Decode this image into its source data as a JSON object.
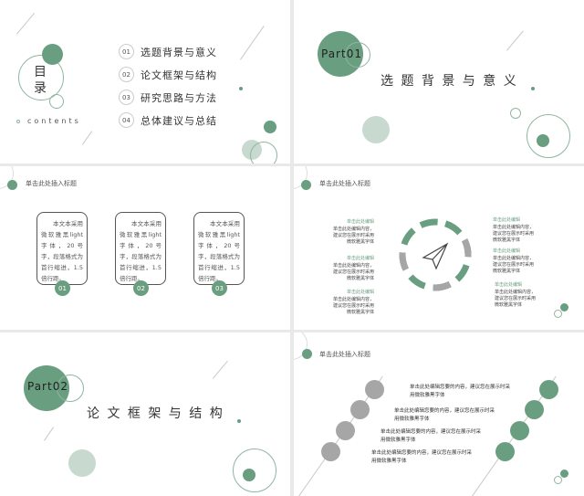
{
  "toc": {
    "title_1": "目",
    "title_2": "录",
    "subtitle": "contents",
    "items": [
      {
        "num": "01",
        "label": "选题背景与意义"
      },
      {
        "num": "02",
        "label": "论文框架与结构"
      },
      {
        "num": "03",
        "label": "研究思路与方法"
      },
      {
        "num": "04",
        "label": "总体建议与总结"
      }
    ]
  },
  "part1": {
    "part": "Part01",
    "title": "选 题 背 景 与 意 义"
  },
  "part2": {
    "part": "Part02",
    "title": "论 文 框 架 与 结 构"
  },
  "cards_slide": {
    "header": "单击此处插入标题",
    "cards": [
      {
        "num": "01",
        "text": "本文本采用微软雅黑light字体，20号字，段落格式为首行缩进，1.5倍行距。"
      },
      {
        "num": "02",
        "text": "本文本采用微软雅黑light字体，20号字，段落格式为首行缩进，1.5倍行距。"
      },
      {
        "num": "03",
        "text": "本文本采用微软雅黑light字体，20号字，段落格式为首行缩进，1.5倍行距。"
      }
    ]
  },
  "ring_slide": {
    "header": "单击此处插入标题",
    "labels": [
      {
        "title": "单击此处编辑",
        "text": "单击此处编辑内容，建议您在展示时采用微软雅黑字体"
      },
      {
        "title": "单击此处编辑",
        "text": "单击此处编辑内容，建议您在展示时采用微软雅黑字体"
      },
      {
        "title": "单击此处编辑",
        "text": "单击此处编辑内容，建议您在展示时采用微软雅黑字体"
      },
      {
        "title": "单击此处编辑",
        "text": "单击此处编辑内容，建议您在展示时采用微软雅黑字体"
      },
      {
        "title": "单击此处编辑",
        "text": "单击此处编辑内容，建议您在展示时采用微软雅黑字体"
      },
      {
        "title": "单击此处编辑",
        "text": "单击此处编辑内容，建议您在展示时采用微软雅黑字体"
      }
    ]
  },
  "steps_slide": {
    "header": "单击此处插入标题",
    "items": [
      "单击此处编辑您要的内容，建议您在展示时采用微软雅黑字体",
      "单击此处编辑您要的内容，建议您在展示时采用微软雅黑字体",
      "单击此处编辑您要的内容，建议您在展示时采用微软雅黑字体",
      "单击此处编辑您要的内容，建议您在展示时采用微软雅黑字体"
    ]
  },
  "colors": {
    "accent": "#6a9e80",
    "gray": "#a6a6a6"
  }
}
